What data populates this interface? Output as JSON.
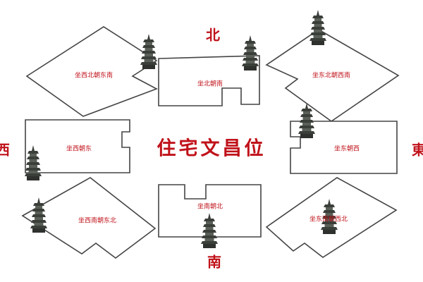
{
  "title": "住宅文昌位",
  "directions": {
    "north": "北",
    "south": "南",
    "east": "東",
    "west": "西"
  },
  "houses": {
    "north": "坐北朝南",
    "south": "坐南朝北",
    "east": "坐东朝西",
    "west": "坐西朝东",
    "northwest": "坐西北朝东南",
    "northeast": "坐东北朝西南",
    "southwest": "坐西南朝东北",
    "southeast": "坐东南朝西北"
  },
  "colors": {
    "text_red": "#c0121a",
    "outline": "#444444",
    "pagoda": "#3b3f3a"
  },
  "icons": {
    "marker": "pagoda-icon"
  }
}
